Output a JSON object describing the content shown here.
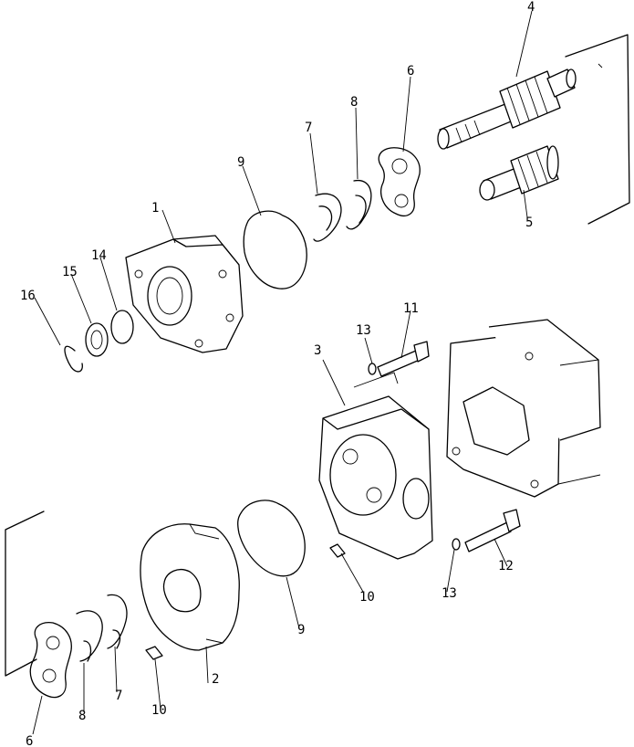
{
  "diagram": {
    "callouts": {
      "c1": "1",
      "c2": "2",
      "c3": "3",
      "c4": "4",
      "c5": "5",
      "c6a": "6",
      "c6b": "6",
      "c7a": "7",
      "c7b": "7",
      "c8a": "8",
      "c8b": "8",
      "c9a": "9",
      "c9b": "9",
      "c10a": "10",
      "c10b": "10",
      "c11": "11",
      "c12": "12",
      "c13a": "13",
      "c13b": "13",
      "c14": "14",
      "c15": "15",
      "c16": "16"
    }
  }
}
